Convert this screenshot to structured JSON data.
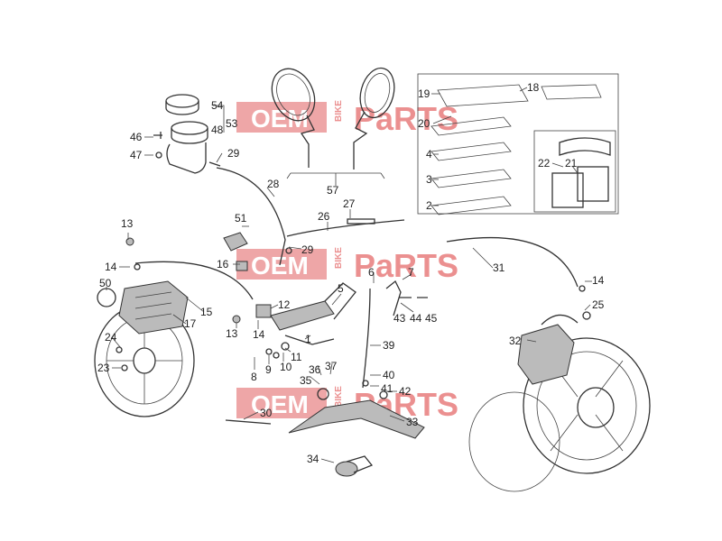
{
  "watermark": {
    "left": "OEM",
    "middle": "BIKE",
    "right": "PaRTS",
    "color": "#e56b6b"
  },
  "callouts": [
    {
      "id": "54",
      "text": "54"
    },
    {
      "id": "53",
      "text": "53"
    },
    {
      "id": "48",
      "text": "48"
    },
    {
      "id": "46",
      "text": "46"
    },
    {
      "id": "47",
      "text": "47"
    },
    {
      "id": "29a",
      "text": "29"
    },
    {
      "id": "28",
      "text": "28"
    },
    {
      "id": "57",
      "text": "57"
    },
    {
      "id": "19",
      "text": "19"
    },
    {
      "id": "18",
      "text": "18"
    },
    {
      "id": "20",
      "text": "20"
    },
    {
      "id": "4",
      "text": "4"
    },
    {
      "id": "3",
      "text": "3"
    },
    {
      "id": "2",
      "text": "2"
    },
    {
      "id": "22",
      "text": "22"
    },
    {
      "id": "21",
      "text": "21"
    },
    {
      "id": "27",
      "text": "27"
    },
    {
      "id": "26",
      "text": "26"
    },
    {
      "id": "13a",
      "text": "13"
    },
    {
      "id": "51",
      "text": "51"
    },
    {
      "id": "29b",
      "text": "29"
    },
    {
      "id": "31",
      "text": "31"
    },
    {
      "id": "16",
      "text": "16"
    },
    {
      "id": "14a",
      "text": "14"
    },
    {
      "id": "50",
      "text": "50"
    },
    {
      "id": "6",
      "text": "6"
    },
    {
      "id": "7",
      "text": "7"
    },
    {
      "id": "14b",
      "text": "14"
    },
    {
      "id": "5",
      "text": "5"
    },
    {
      "id": "12",
      "text": "12"
    },
    {
      "id": "43",
      "text": "43"
    },
    {
      "id": "44",
      "text": "44"
    },
    {
      "id": "45",
      "text": "45"
    },
    {
      "id": "25",
      "text": "25"
    },
    {
      "id": "15",
      "text": "15"
    },
    {
      "id": "17",
      "text": "17"
    },
    {
      "id": "13b",
      "text": "13"
    },
    {
      "id": "14c",
      "text": "14"
    },
    {
      "id": "1",
      "text": "1"
    },
    {
      "id": "24",
      "text": "24"
    },
    {
      "id": "11",
      "text": "11"
    },
    {
      "id": "39",
      "text": "39"
    },
    {
      "id": "32",
      "text": "32"
    },
    {
      "id": "23",
      "text": "23"
    },
    {
      "id": "8",
      "text": "8"
    },
    {
      "id": "9",
      "text": "9"
    },
    {
      "id": "10",
      "text": "10"
    },
    {
      "id": "36",
      "text": "36"
    },
    {
      "id": "37",
      "text": "37"
    },
    {
      "id": "35",
      "text": "35"
    },
    {
      "id": "40",
      "text": "40"
    },
    {
      "id": "41",
      "text": "41"
    },
    {
      "id": "42",
      "text": "42"
    },
    {
      "id": "30",
      "text": "30"
    },
    {
      "id": "33",
      "text": "33"
    },
    {
      "id": "34",
      "text": "34"
    }
  ]
}
